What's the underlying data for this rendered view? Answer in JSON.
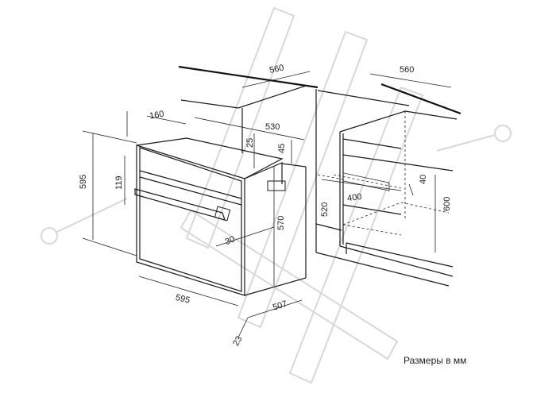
{
  "dimensions": {
    "top_depth_left": "560",
    "top_depth_right": "560",
    "panel_depth": "160",
    "body_depth": "530",
    "offset_25": "25",
    "offset_45": "45",
    "height_595": "595",
    "panel_height": "119",
    "handle_depth": "30",
    "body_height": "570",
    "width_595": "595",
    "width_507": "507",
    "offset_23": "23",
    "niche_height_520": "520",
    "vent_width": "400",
    "vent_depth": "40",
    "niche_height_600": "600"
  },
  "caption": "Размеры в мм",
  "colors": {
    "ink": "#1a1a1a",
    "watermark": "#d8d8d8",
    "background": "#ffffff"
  }
}
